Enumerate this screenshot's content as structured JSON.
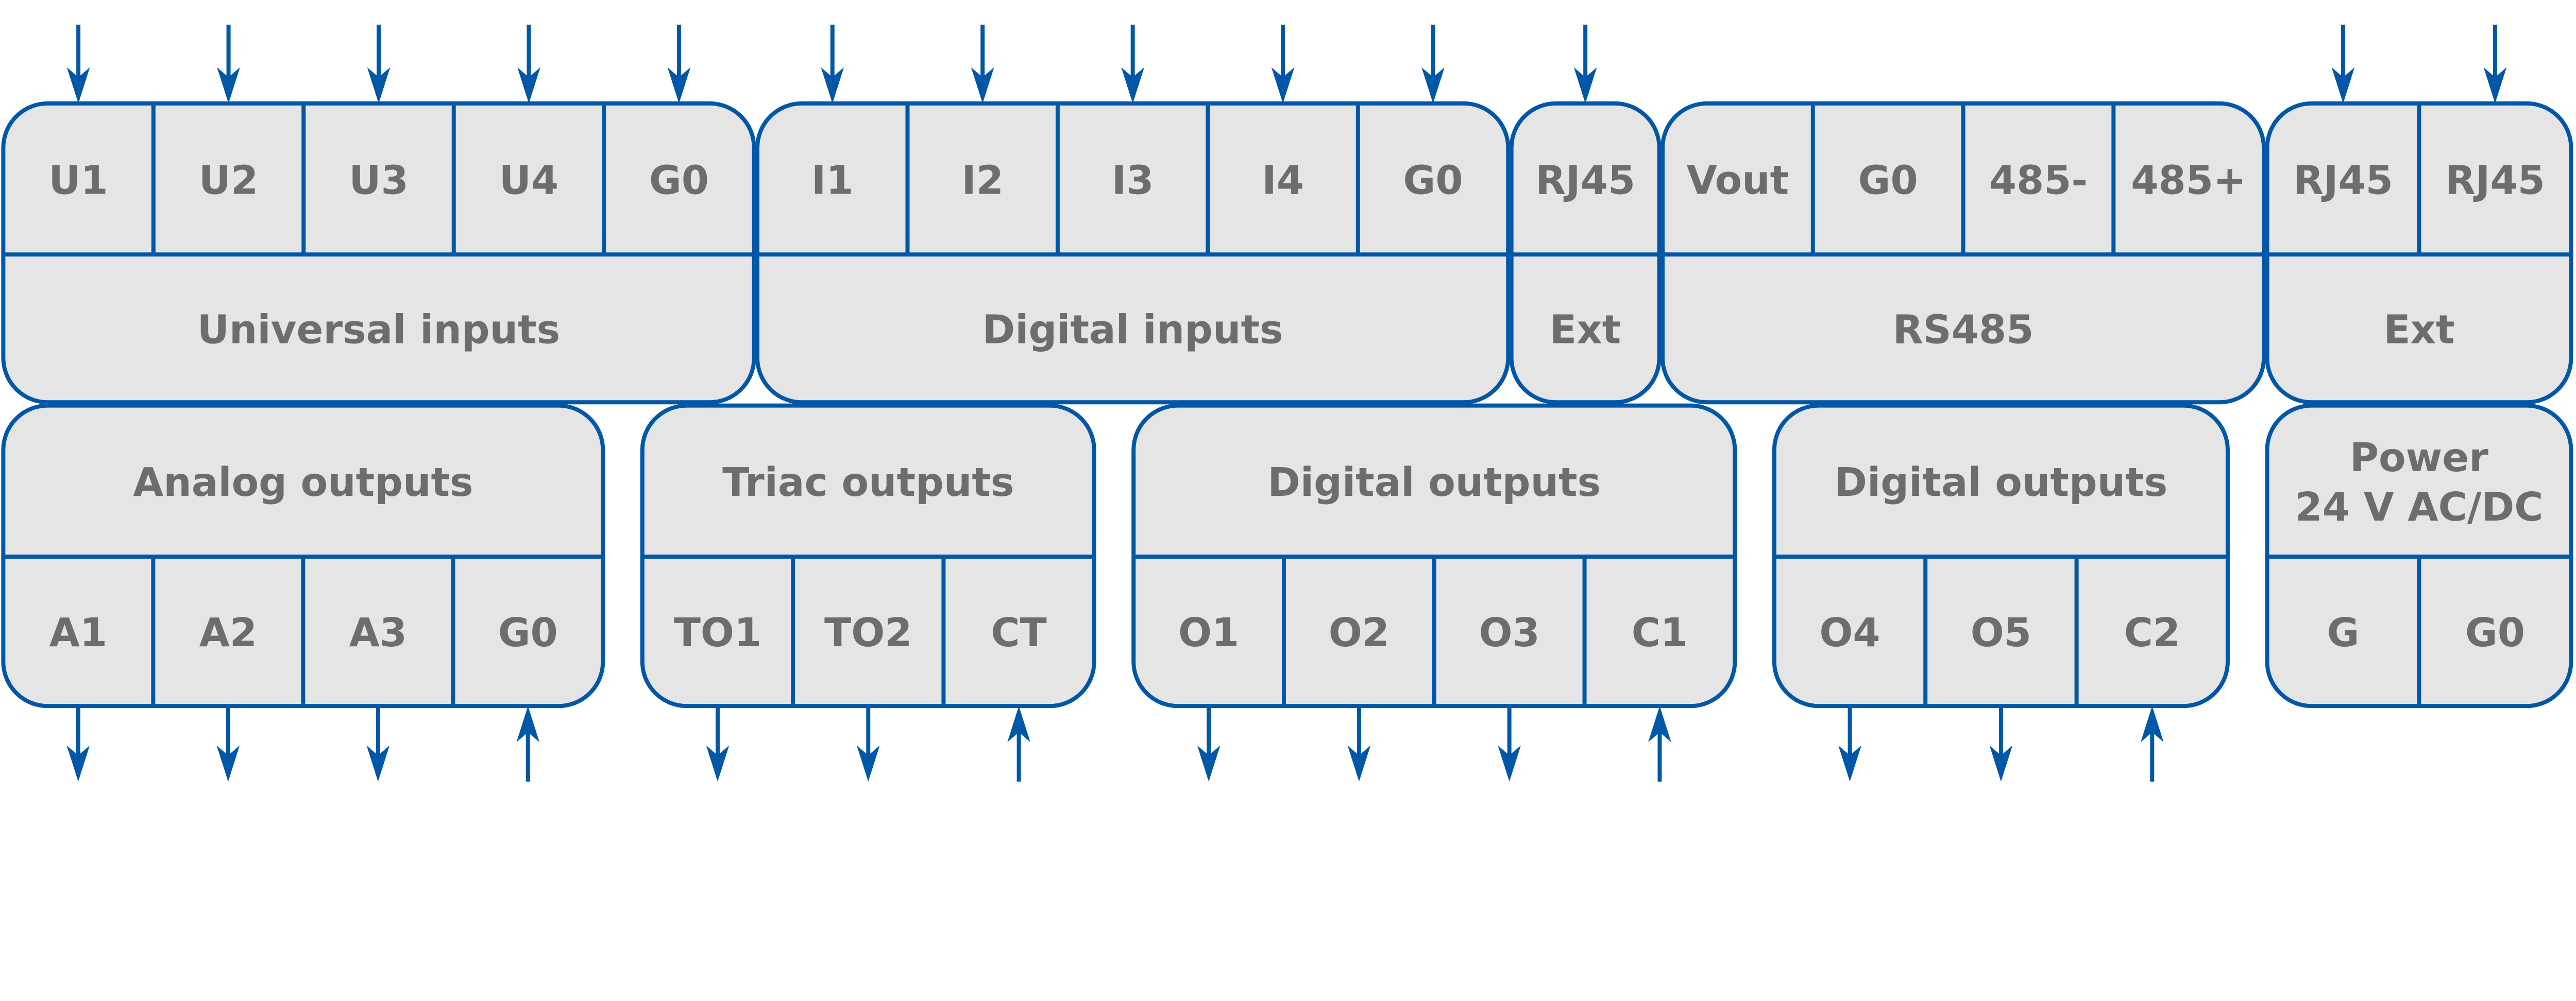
{
  "colors": {
    "line": "#0057a8",
    "fill": "#e5e5e5",
    "text": "#6d6d6d",
    "background": "#ffffff"
  },
  "top_row": [
    {
      "label": [
        "Universal inputs"
      ],
      "pins": [
        "U1",
        "U2",
        "U3",
        "U4",
        "G0"
      ],
      "arrows": [
        "in",
        "in",
        "in",
        "in",
        "in"
      ]
    },
    {
      "label": [
        "Digital inputs"
      ],
      "pins": [
        "I1",
        "I2",
        "I3",
        "I4",
        "G0"
      ],
      "arrows": [
        "in",
        "in",
        "in",
        "in",
        "in"
      ]
    },
    {
      "label": [
        "Ext"
      ],
      "pins": [
        "RJ45"
      ],
      "arrows": [
        "in"
      ]
    },
    {
      "label": [
        "RS485"
      ],
      "pins": [
        "Vout",
        "G0",
        "485-",
        "485+"
      ],
      "arrows": [
        "none",
        "none",
        "none",
        "none"
      ]
    },
    {
      "label": [
        "Ext"
      ],
      "pins": [
        "RJ45",
        "RJ45"
      ],
      "arrows": [
        "in",
        "in"
      ]
    }
  ],
  "bottom_row": [
    {
      "label": [
        "Analog outputs"
      ],
      "pins": [
        "A1",
        "A2",
        "A3",
        "G0"
      ],
      "arrows": [
        "out",
        "out",
        "out",
        "in"
      ]
    },
    {
      "label": [
        "Triac outputs"
      ],
      "pins": [
        "TO1",
        "TO2",
        "CT"
      ],
      "arrows": [
        "out",
        "out",
        "in"
      ]
    },
    {
      "label": [
        "Digital outputs"
      ],
      "pins": [
        "O1",
        "O2",
        "O3",
        "C1"
      ],
      "arrows": [
        "out",
        "out",
        "out",
        "in"
      ]
    },
    {
      "label": [
        "Digital outputs"
      ],
      "pins": [
        "O4",
        "O5",
        "C2"
      ],
      "arrows": [
        "out",
        "out",
        "in"
      ]
    },
    {
      "label": [
        "Power",
        "24 V AC/DC"
      ],
      "pins": [
        "G",
        "G0"
      ],
      "arrows": [
        "none",
        "none"
      ]
    }
  ]
}
